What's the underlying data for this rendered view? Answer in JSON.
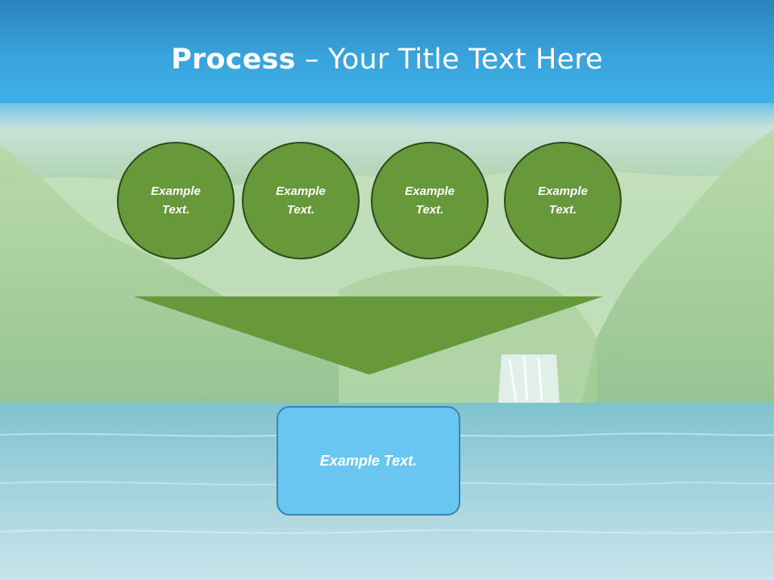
{
  "slide": {
    "title_bold": "Process",
    "title_rest": " – Your Title Text Here",
    "circles": [
      {
        "label": "Example\nText."
      },
      {
        "label": "Example\nText."
      },
      {
        "label": "Example\nText."
      },
      {
        "label": "Example\nText."
      }
    ],
    "box_label": "Example Text."
  },
  "colors": {
    "header": "#3aa3dc",
    "circle_fill": "#67993a",
    "funnel_fill": "#67993a",
    "box_fill": "#68c6f0"
  }
}
